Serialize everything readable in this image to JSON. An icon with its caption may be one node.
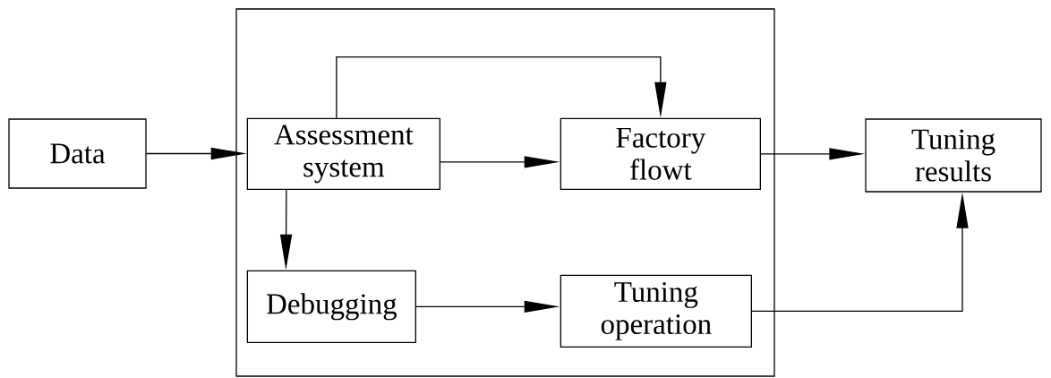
{
  "diagram": {
    "nodes": [
      {
        "text": [],
        "shape": "box"
      },
      {
        "text": [
          "Data"
        ]
      },
      {
        "text": [
          "Assessment system"
        ],
        "in": 0
      },
      {
        "text": [
          "Factory flowt"
        ],
        "in": 0
      },
      {
        "text": [
          "Tuning results"
        ]
      },
      {
        "text": [
          "Debugging"
        ],
        "in": 0
      },
      {
        "text": [
          "Tuning operation"
        ],
        "in": 0
      }
    ],
    "edges": [
      {
        "from": 1,
        "to": 2,
        "arrow": "to"
      },
      {
        "from": 2,
        "to": 3,
        "arrow": "to"
      },
      {
        "from": 2,
        "to": 3,
        "arrow": "to"
      },
      {
        "from": 2,
        "to": 5,
        "arrow": "to"
      },
      {
        "from": 5,
        "to": 6,
        "arrow": "to"
      },
      {
        "from": 3,
        "to": 4,
        "arrow": "to"
      },
      {
        "from": 6,
        "to": 4,
        "arrow": "to"
      }
    ]
  }
}
